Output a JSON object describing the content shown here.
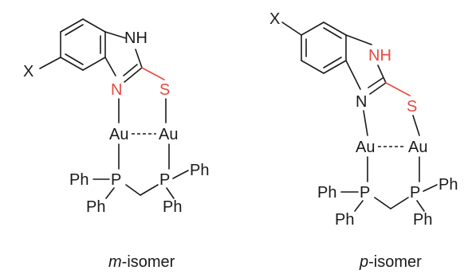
{
  "labels": {
    "x": "X",
    "nh": "NH",
    "n": "N",
    "s": "S",
    "au": "Au",
    "p": "P",
    "ph": "Ph"
  },
  "captions": {
    "meta_prefix": "m",
    "para_prefix": "p",
    "suffix": "-isomer"
  },
  "colors": {
    "ink": "#1a1a1a",
    "heteroatom": "#e8493f"
  }
}
